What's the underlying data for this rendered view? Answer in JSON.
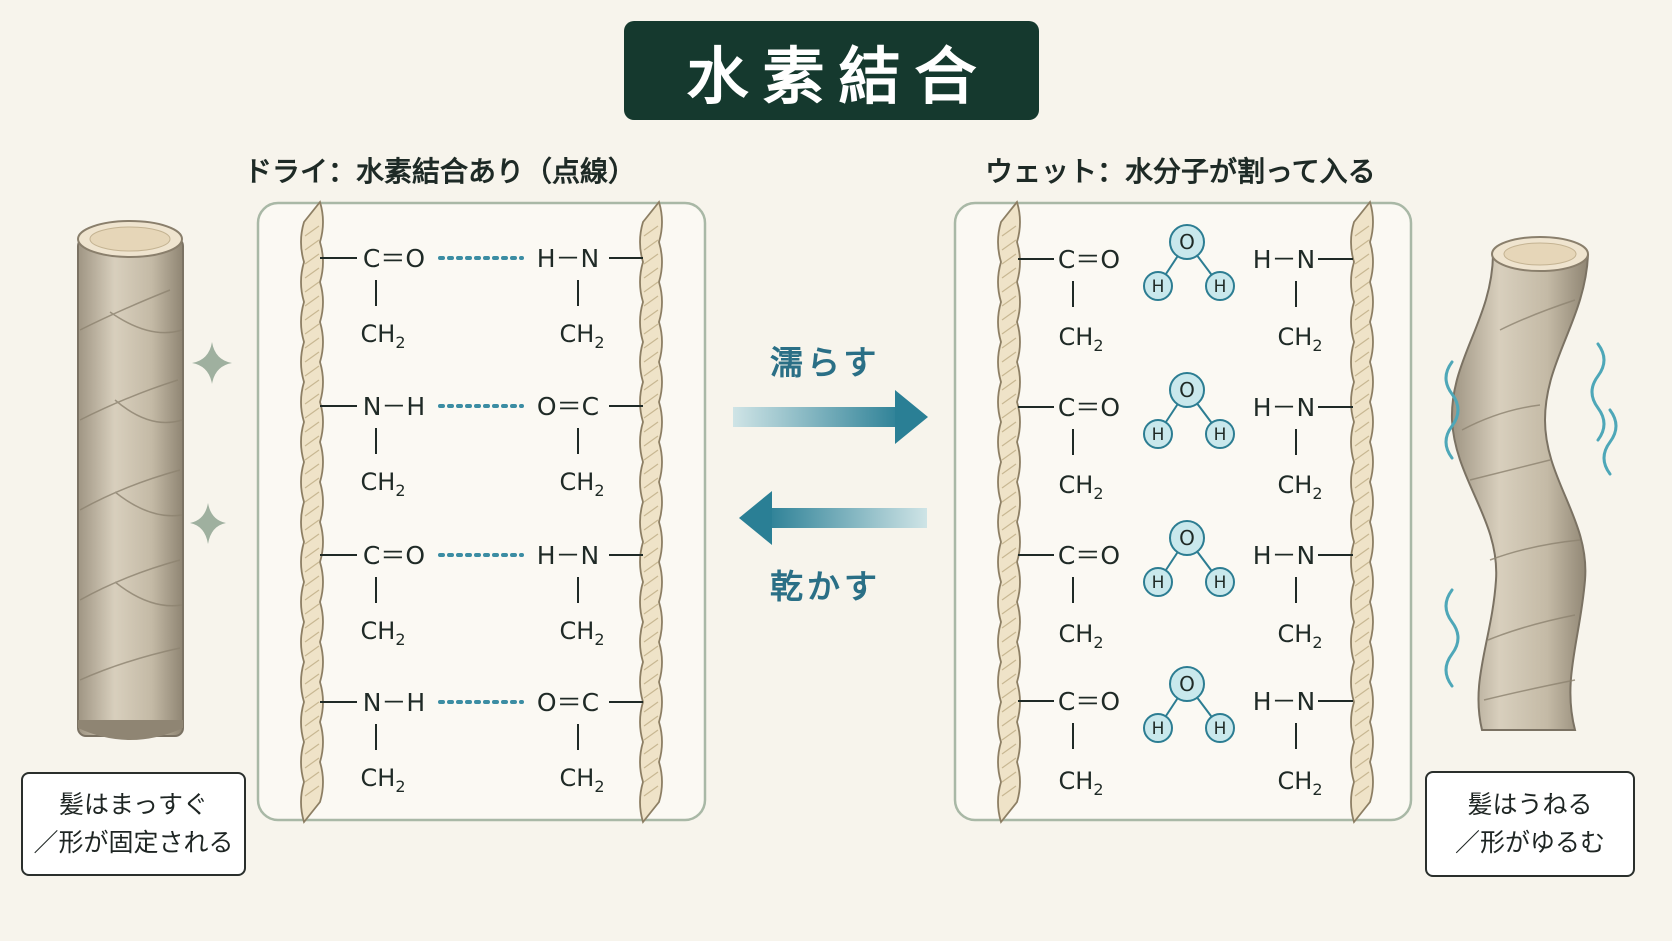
{
  "title": "水素結合",
  "dry": {
    "heading": "ドライ：水素結合あり（点線）",
    "rows": [
      {
        "left": "C＝O",
        "right": "H－N",
        "left_sub": "CH",
        "right_sub": "CH"
      },
      {
        "left": "N－H",
        "right": "O＝C",
        "left_sub": "CH",
        "right_sub": "CH"
      },
      {
        "left": "C＝O",
        "right": "H－N",
        "left_sub": "CH",
        "right_sub": "CH"
      },
      {
        "left": "N－H",
        "right": "O＝C",
        "left_sub": "CH",
        "right_sub": "CH"
      }
    ],
    "caption_line1": "髪はまっすぐ",
    "caption_line2": "／形が固定される"
  },
  "wet": {
    "heading": "ウェット：水分子が割って入る",
    "rows": [
      {
        "left": "C＝O",
        "right": "H－N",
        "left_sub": "CH",
        "right_sub": "CH"
      },
      {
        "left": "C＝O",
        "right": "H－N",
        "left_sub": "CH",
        "right_sub": "CH"
      },
      {
        "left": "C＝O",
        "right": "H－N",
        "left_sub": "CH",
        "right_sub": "CH"
      },
      {
        "left": "C＝O",
        "right": "H－N",
        "left_sub": "CH",
        "right_sub": "CH"
      }
    ],
    "water": {
      "oxygen": "O",
      "hydrogen": "H"
    },
    "caption_line1": "髪はうねる",
    "caption_line2": "／形がゆるむ"
  },
  "subscript": "2",
  "arrows": {
    "forward_label": "濡らす",
    "backward_label": "乾かす"
  },
  "colors": {
    "banner": "#15392e",
    "accent": "#2a6f86",
    "water_fill": "#c9e8ec",
    "panel_border": "#a9b8a6",
    "hair": "#c9beaa"
  }
}
